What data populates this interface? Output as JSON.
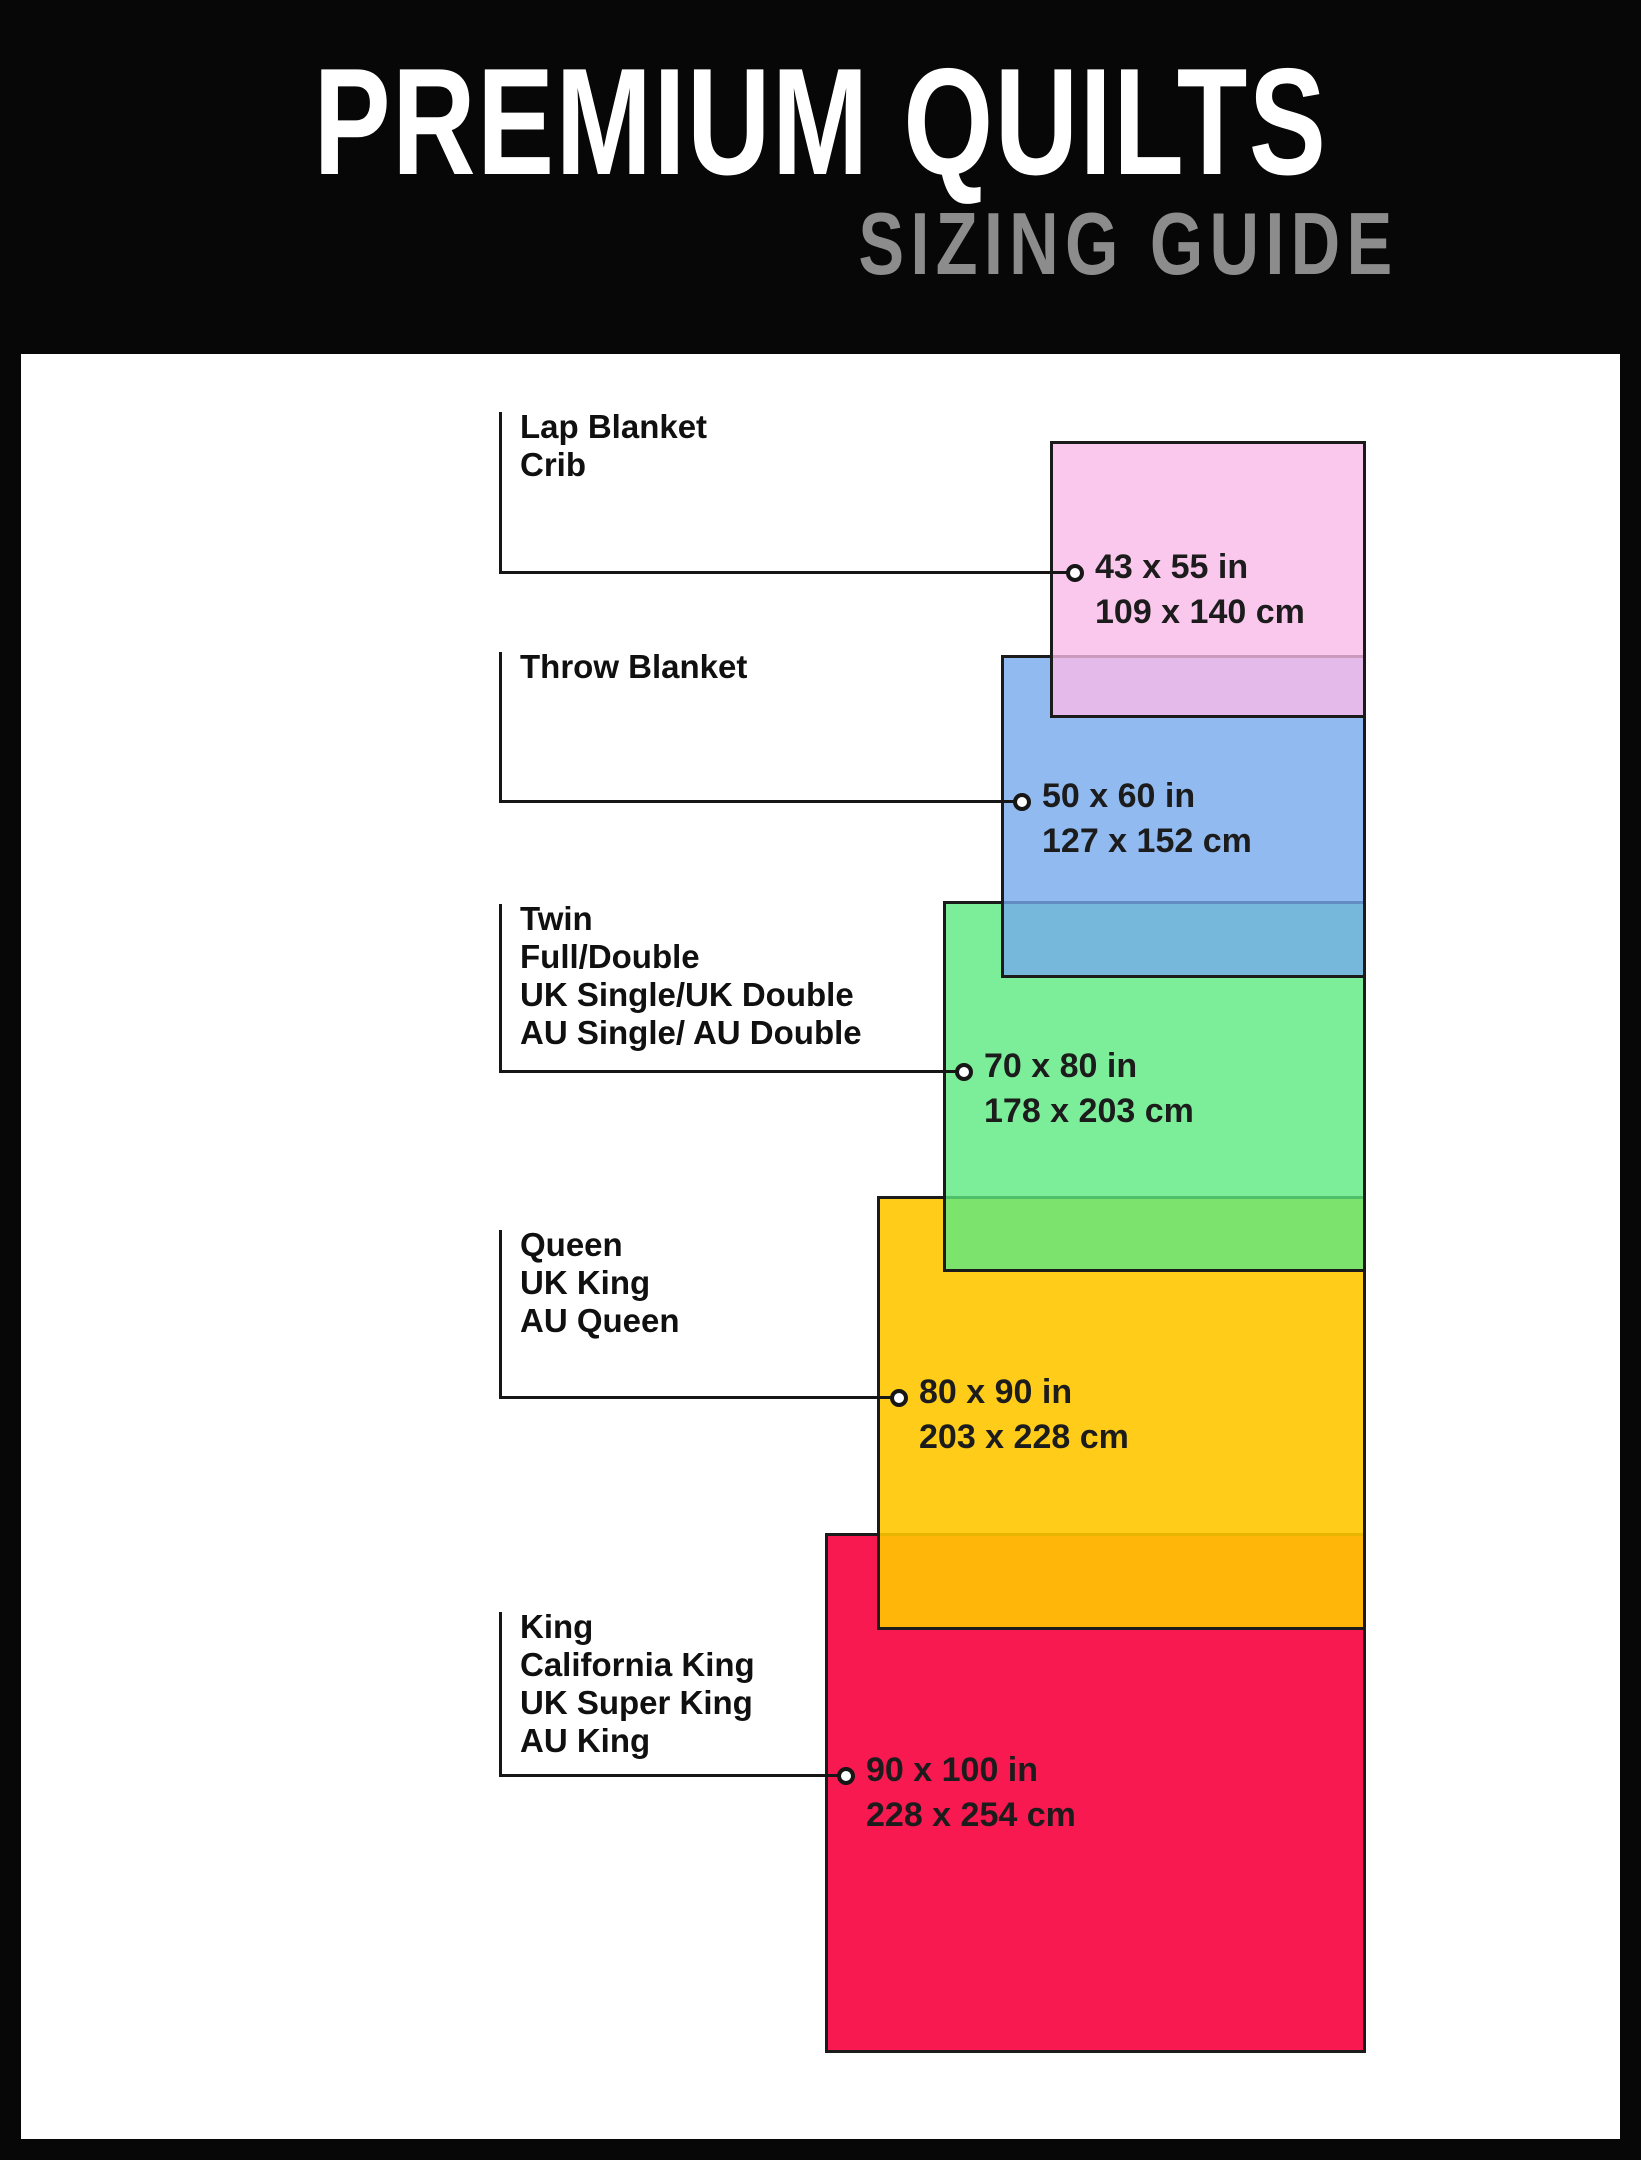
{
  "header": {
    "title": "PREMIUM QUILTS",
    "subtitle": "SIZING GUIDE"
  },
  "colors": {
    "background": "#070707",
    "panel": "#ffffff",
    "title_text": "#ffffff",
    "subtitle_text": "#8c8c8c",
    "label_text": "#101010",
    "dimension_text": "#1c1c1c",
    "connector_line": "#161616",
    "rect_border": "#1b1b1b"
  },
  "sizes": [
    {
      "id": "lap-blanket-crib",
      "labels": [
        "Lap Blanket",
        "Crib"
      ],
      "inches": "43 x 55 in",
      "cm": "109 x 140 cm",
      "fill": "rgba(248,186,231,0.8)",
      "fill_hex": "#f9c9ec"
    },
    {
      "id": "throw-blanket",
      "labels": [
        "Throw Blanket"
      ],
      "inches": "50 x 60 in",
      "cm": "127 x 152 cm",
      "fill": "rgba(116,169,236,0.8)",
      "fill_hex": "#90baef"
    },
    {
      "id": "twin-full-double",
      "labels": [
        "Twin",
        "Full/Double",
        "UK Single/UK Double",
        "AU Single/ AU Double"
      ],
      "inches": "70 x 80 in",
      "cm": "178 x 203 cm",
      "fill": "rgba(91,234,129,0.8)",
      "fill_hex": "#7cee9a"
    },
    {
      "id": "queen",
      "labels": [
        "Queen",
        "UK King",
        "AU Queen"
      ],
      "inches": "80 x 90 in",
      "cm": "203 x 228 cm",
      "fill": "rgba(255,200,0,0.9)",
      "fill_hex": "#ffce1a"
    },
    {
      "id": "king",
      "labels": [
        "King",
        "California King",
        "UK Super King",
        "AU King"
      ],
      "inches": "90 x 100 in",
      "cm": "228 x 254 cm",
      "fill": "rgba(246,0,60,0.9)",
      "fill_hex": "#f71a4f"
    }
  ]
}
